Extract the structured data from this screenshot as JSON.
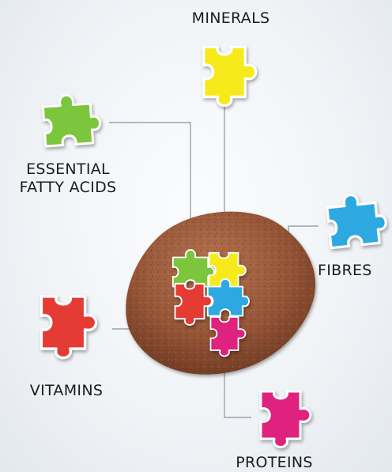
{
  "nutrients": [
    {
      "key": "minerals",
      "color": "#f6ea1f",
      "icon": "yellow-puzzle-piece"
    },
    {
      "key": "essential_fatty_acids",
      "color": "#7cc63d",
      "icon": "green-puzzle-piece"
    },
    {
      "key": "fibres",
      "color": "#2ea8e0",
      "icon": "blue-puzzle-piece"
    },
    {
      "key": "vitamins",
      "color": "#e53a36",
      "icon": "red-puzzle-piece"
    },
    {
      "key": "proteins",
      "color": "#e0227f",
      "icon": "magenta-puzzle-piece"
    }
  ],
  "labels": {
    "minerals": "MINERALS",
    "essential_fatty_acids_line1": "ESSENTIAL",
    "essential_fatty_acids_line2": "FATTY ACIDS",
    "fibres": "FIBRES",
    "vitamins": "VITAMINS",
    "proteins": "PROTEINS"
  },
  "colors": {
    "kibble": "#9a5a3c",
    "connector_line": "#9aa4ac",
    "label_text": "#1c1c1c"
  }
}
